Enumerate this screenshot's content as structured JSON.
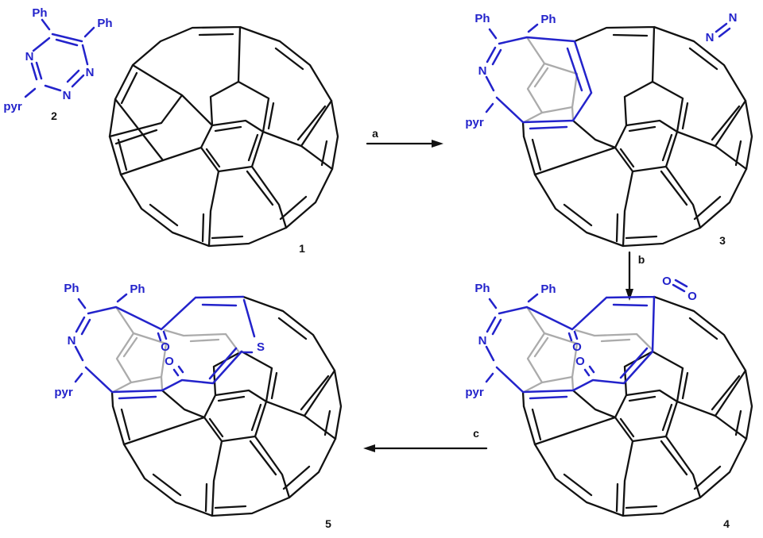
{
  "colors": {
    "bond_black": "#121212",
    "addend_blue": "#2323cb",
    "open_cage_gray": "#ababab",
    "background": "#ffffff"
  },
  "triazine_2": {
    "number": "2",
    "ph_top": "Ph",
    "ph_right": "Ph",
    "pyr": "pyr",
    "n_left": "N",
    "n_right": "N",
    "n_bottom": "N"
  },
  "fullerene_1": {
    "number": "1"
  },
  "compound_3": {
    "number": "3",
    "ph_left": "Ph",
    "ph_right": "Ph",
    "n": "N",
    "pyr": "pyr",
    "n2_left": "N",
    "n2_right": "N"
  },
  "compound_4": {
    "number": "4",
    "ph_left": "Ph",
    "ph_right": "Ph",
    "n": "N",
    "pyr": "pyr",
    "o_top": "O",
    "o_bottom": "O"
  },
  "compound_5": {
    "number": "5",
    "ph_left": "Ph",
    "ph_right": "Ph",
    "n": "N",
    "pyr": "pyr",
    "o_top": "O",
    "o_bottom": "O",
    "s": "S"
  },
  "arrow_a": {
    "label": "a"
  },
  "arrow_b": {
    "label": "b"
  },
  "arrow_c": {
    "label": "c"
  },
  "oxygen_reagent": {
    "o_left": "O",
    "o_right": "O"
  }
}
